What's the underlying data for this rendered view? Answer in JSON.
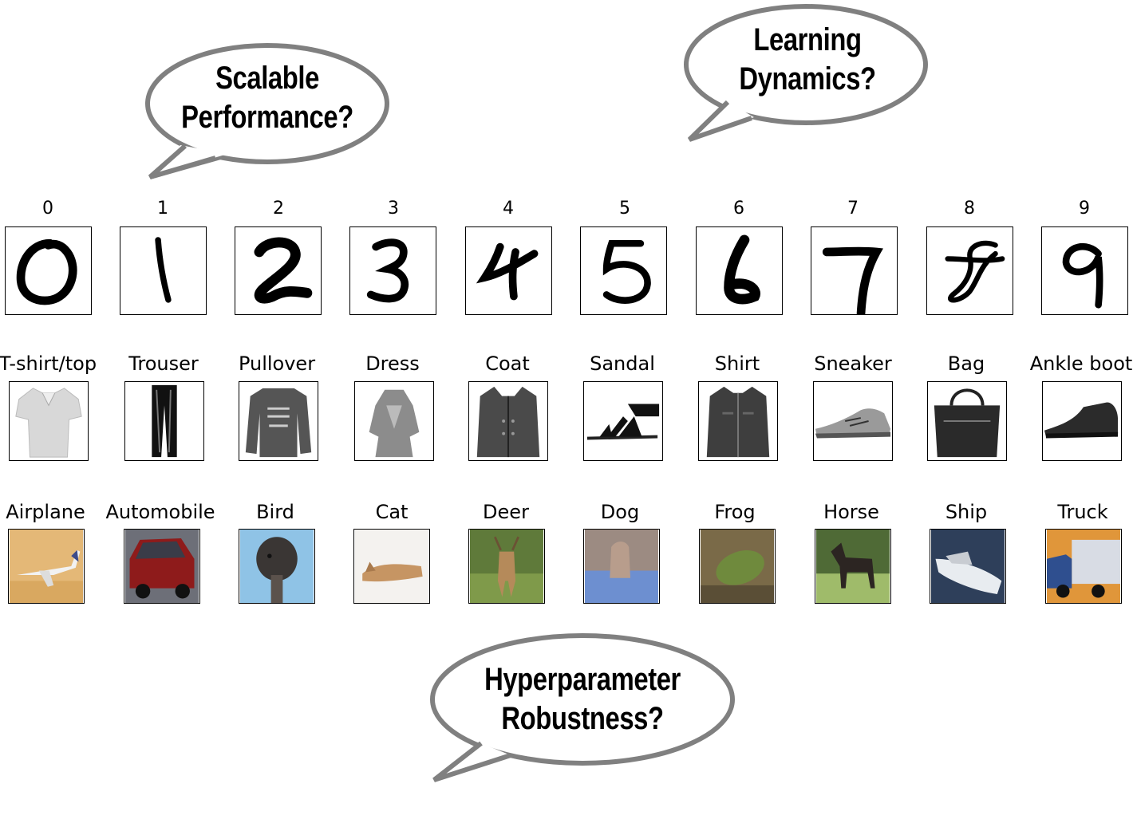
{
  "bubbles": [
    {
      "id": "scalable-performance",
      "lines": [
        "Scalable",
        "Performance?"
      ]
    },
    {
      "id": "learning-dynamics",
      "lines": [
        "Learning",
        "Dynamics?"
      ]
    },
    {
      "id": "hyperparameter-robustness",
      "lines": [
        "Hyperparameter",
        "Robustness?"
      ]
    }
  ],
  "rows": [
    {
      "id": "mnist",
      "labels": [
        "0",
        "1",
        "2",
        "3",
        "4",
        "5",
        "6",
        "7",
        "8",
        "9"
      ]
    },
    {
      "id": "fashion-mnist",
      "labels": [
        "T-shirt/top",
        "Trouser",
        "Pullover",
        "Dress",
        "Coat",
        "Sandal",
        "Shirt",
        "Sneaker",
        "Bag",
        "Ankle boot"
      ]
    },
    {
      "id": "cifar10",
      "labels": [
        "Airplane",
        "Automobile",
        "Bird",
        "Cat",
        "Deer",
        "Dog",
        "Frog",
        "Horse",
        "Ship",
        "Truck"
      ]
    }
  ],
  "colors": {
    "bubble_fill": "#ffffff",
    "bubble_stroke": "#808080",
    "ink": "#000000"
  }
}
